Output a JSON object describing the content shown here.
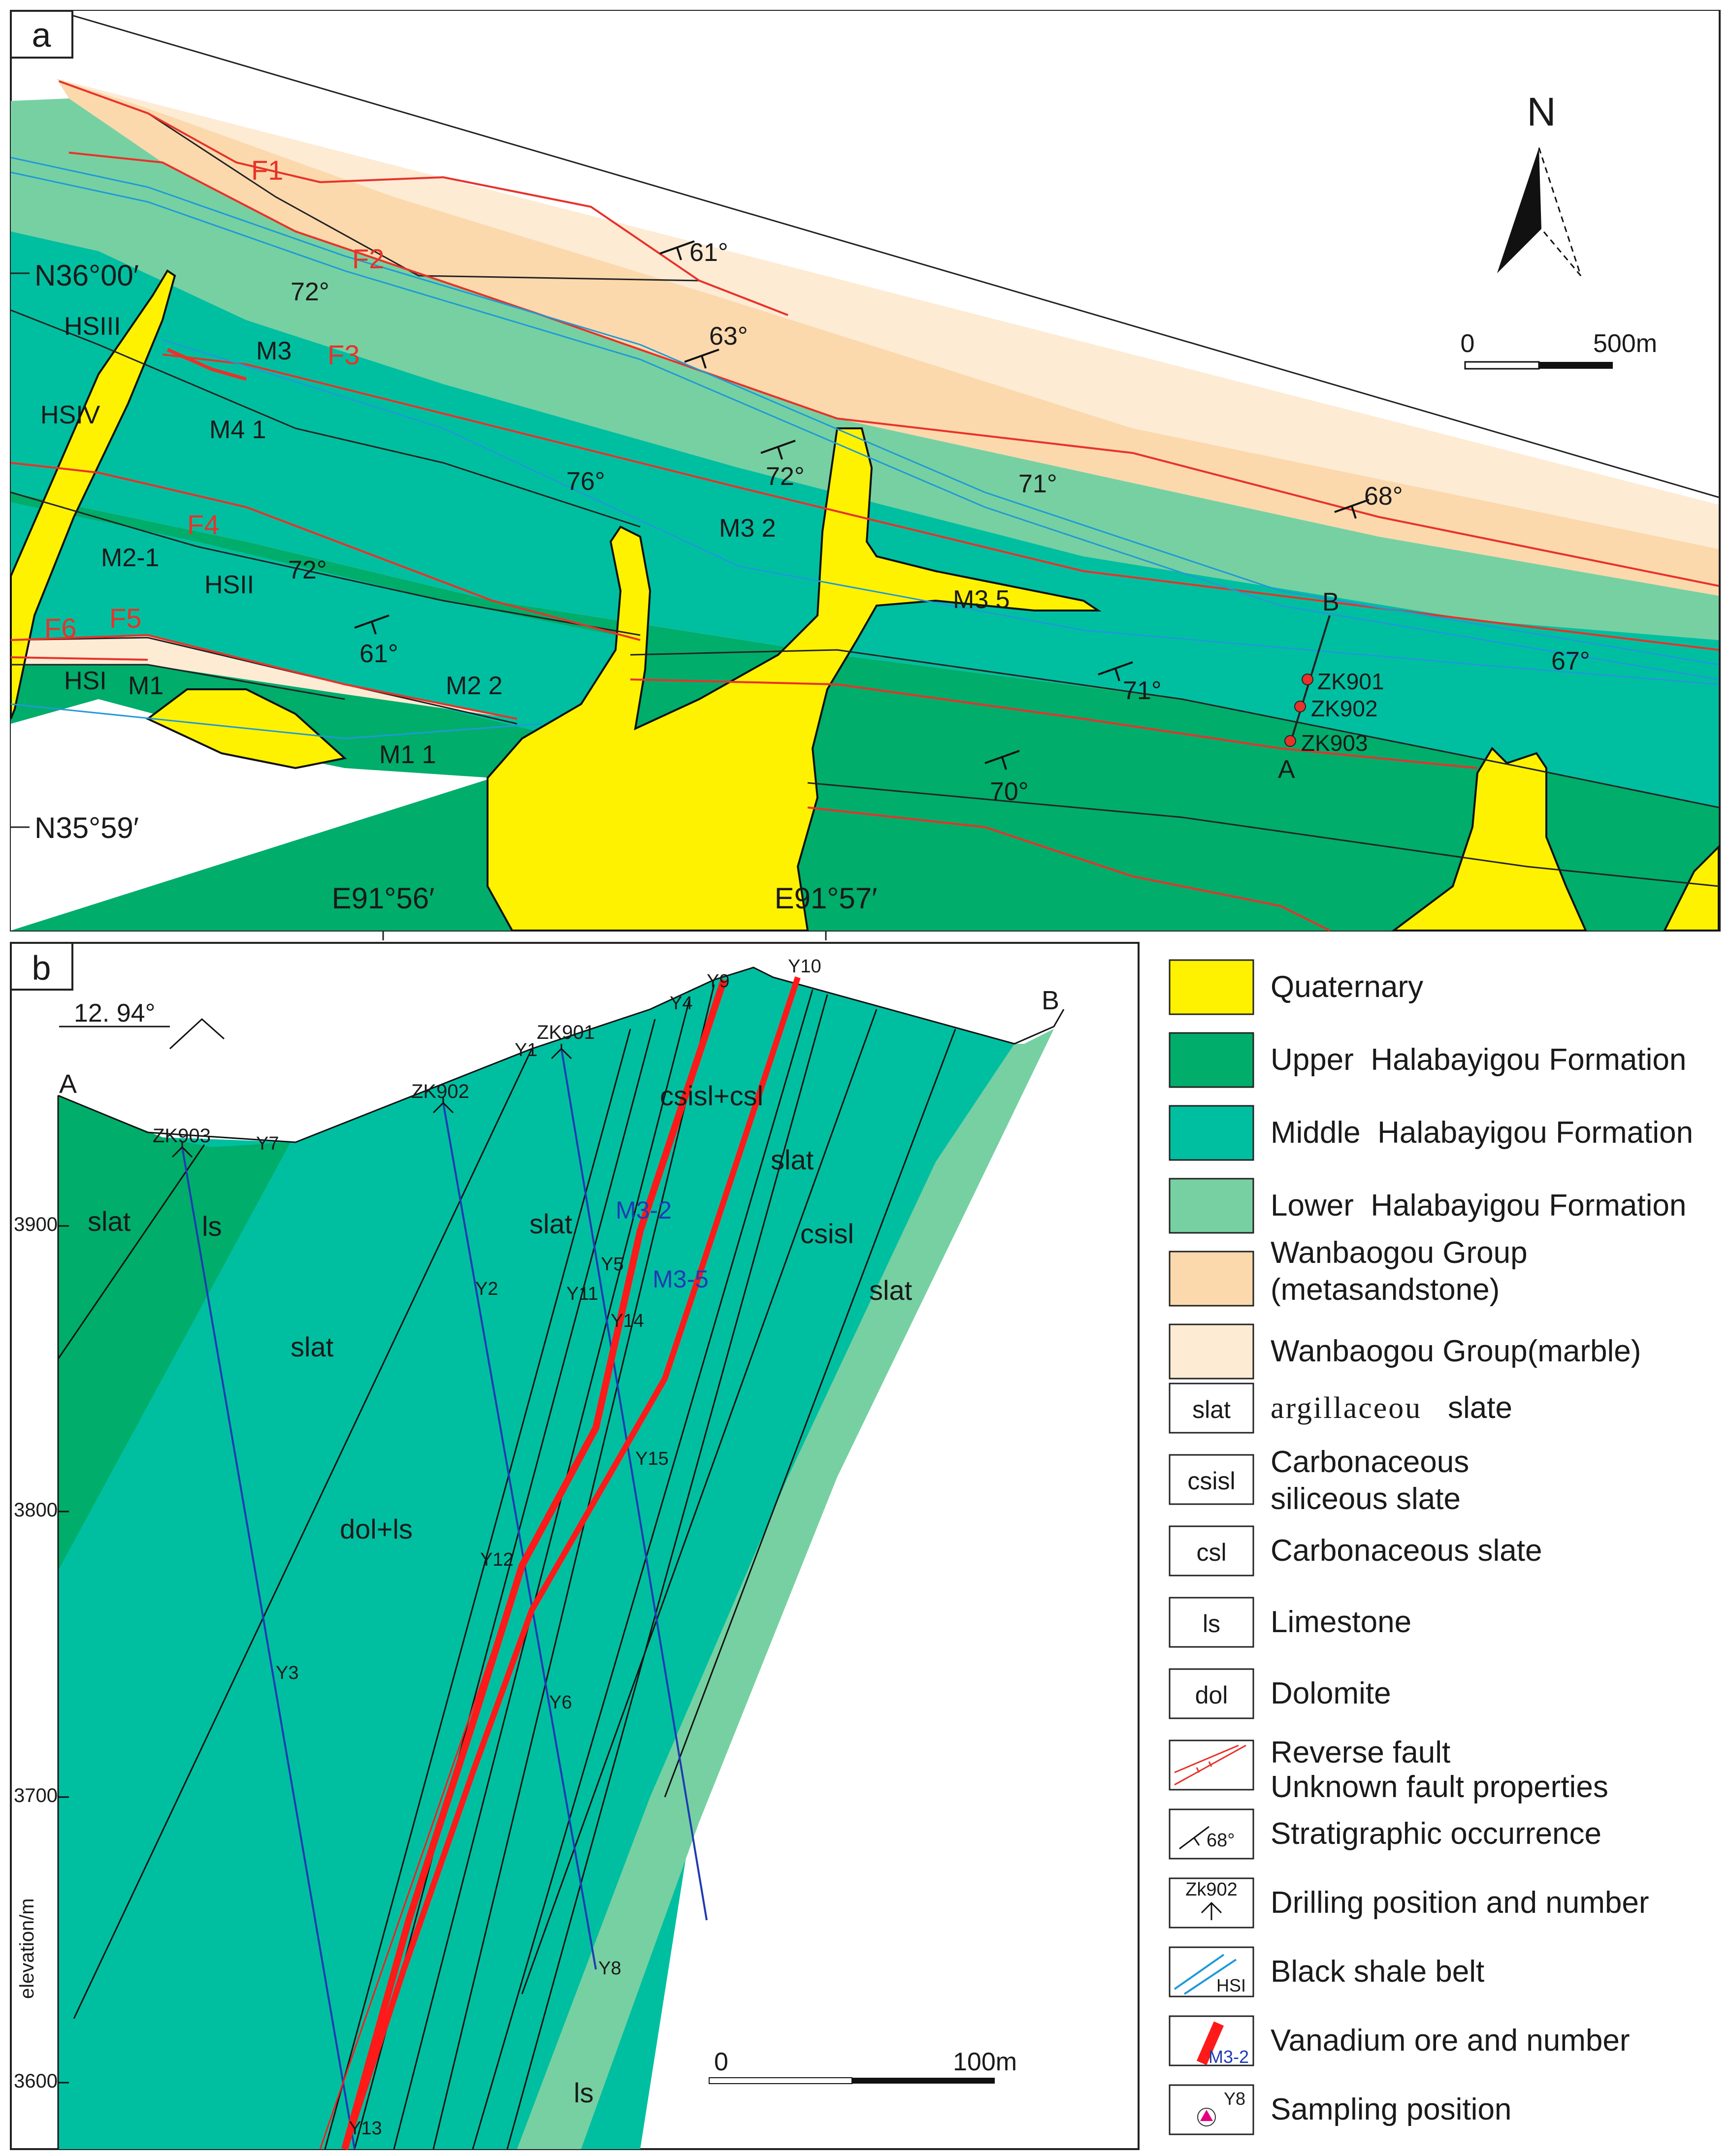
{
  "colors": {
    "quaternary": "#fff200",
    "upper": "#00ad6b",
    "middle": "#00bfa0",
    "lower": "#77d0a2",
    "metasandstone": "#fbd9ad",
    "marble": "#fdebd4",
    "fault": "#e8322a",
    "shale": "#1f9ad6",
    "ore": "#ff1a1a"
  },
  "panel_a": {
    "tag": "a",
    "lat_top": "N36°00′",
    "lat_bottom": "N35°59′",
    "lon_left": "E91°56′",
    "lon_right": "E91°57′",
    "north": "N",
    "scale_zero": "0",
    "scale_label": "500m",
    "faults": [
      "F1",
      "F2",
      "F3",
      "F4",
      "F5",
      "F6"
    ],
    "shale_belts": [
      "HSIII",
      "HSIV",
      "HSII",
      "HSI"
    ],
    "ore_labels": [
      "M3",
      "M4 1",
      "M3 2",
      "M3 5",
      "M2-1",
      "M1",
      "M2 2",
      "M1 1"
    ],
    "dips": [
      "61°",
      "72°",
      "63°",
      "72°",
      "71°",
      "68°",
      "76°",
      "72°",
      "61°",
      "71°",
      "67°",
      "70°"
    ],
    "section_a": "A",
    "section_b": "B",
    "drills": [
      "ZK901",
      "ZK902",
      "ZK903"
    ]
  },
  "panel_b": {
    "tag": "b",
    "slope": "12. 94°",
    "end_a": "A",
    "end_b": "B",
    "elev_ticks": [
      "3900",
      "3800",
      "3700",
      "3600"
    ],
    "elev_label": "elevation/m",
    "drills": [
      "ZK903",
      "ZK902",
      "ZK901"
    ],
    "samples": [
      "Y7",
      "Y1",
      "Y4",
      "Y9",
      "Y10",
      "Y2",
      "Y5",
      "Y11",
      "Y14",
      "Y15",
      "Y12",
      "Y3",
      "Y6",
      "Y8",
      "Y13"
    ],
    "lith": [
      "slat",
      "ls",
      "slat",
      "slat",
      "dol+ls",
      "csisl+csl",
      "slat",
      "csisl",
      "slat",
      "ls"
    ],
    "ores": [
      "M3-2",
      "M3-5"
    ],
    "scale_zero": "0",
    "scale_label": "100m"
  },
  "legend": [
    {
      "label": "Quaternary"
    },
    {
      "label": "Upper  Halabayigou Formation"
    },
    {
      "label": "Middle  Halabayigou Formation"
    },
    {
      "label": "Lower  Halabayigou Formation"
    },
    {
      "label": "Wanbaogou Group",
      "label2": "(metasandstone)"
    },
    {
      "label": "Wanbaogou Group(marble)"
    },
    {
      "symbol": "slat",
      "label_a": "argillaceou",
      "label_b": "slate"
    },
    {
      "symbol": "csisl",
      "label": "Carbonaceous",
      "label2": "siliceous slate"
    },
    {
      "symbol": "csl",
      "label": "Carbonaceous slate"
    },
    {
      "symbol": "ls",
      "label": "Limestone"
    },
    {
      "symbol": "dol",
      "label": "Dolomite"
    },
    {
      "label": "Reverse fault",
      "label2": "Unknown fault properties"
    },
    {
      "symbol": "68°",
      "label": "Stratigraphic occurrence"
    },
    {
      "symbol": "Zk902",
      "label": "Drilling position and number"
    },
    {
      "symbol": "HSI",
      "label": "Black shale belt"
    },
    {
      "symbol": "M3-2",
      "label": "Vanadium ore and number"
    },
    {
      "symbol": "Y8",
      "label": "Sampling position"
    }
  ]
}
